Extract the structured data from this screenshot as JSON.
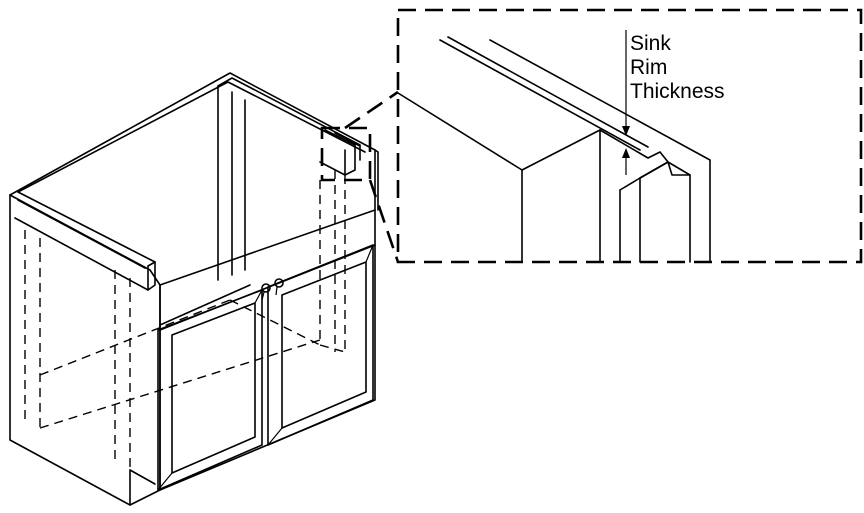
{
  "callout": {
    "line1": "Sink",
    "line2": "Rim",
    "line3": "Thickness"
  }
}
